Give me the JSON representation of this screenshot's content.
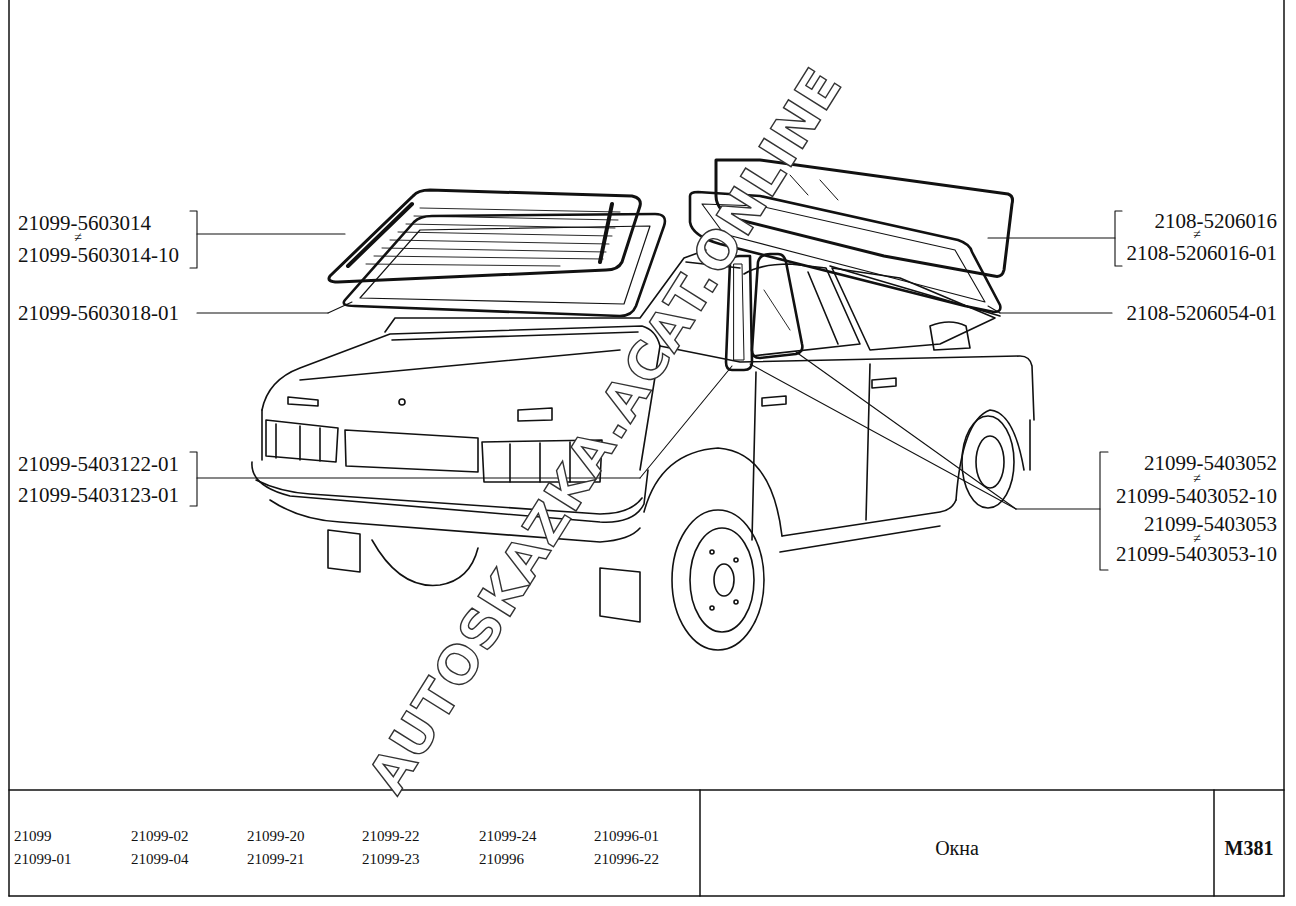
{
  "diagram": {
    "title": "Окна",
    "labels": [
      "21099-5603014",
      "≠",
      "21099-5603014-10",
      "21099-5603018-01",
      "21099-5403122-01",
      "21099-5403123-01",
      "2108-5206016",
      "≠",
      "2108-5206016-01",
      "2108-5206054-01",
      "21099-5403052",
      "≠",
      "21099-5403052-10",
      "21099-5403053",
      "≠",
      "21099-5403053-10",
      "AUTOSKAZKA.ACAT.ONLINE",
      "21099",
      "21099-01",
      "21099-02",
      "21099-04",
      "21099-20",
      "21099-21",
      "21099-22",
      "21099-23",
      "21099-24",
      "210996",
      "210996-01",
      "210996-22",
      "М381"
    ]
  }
}
